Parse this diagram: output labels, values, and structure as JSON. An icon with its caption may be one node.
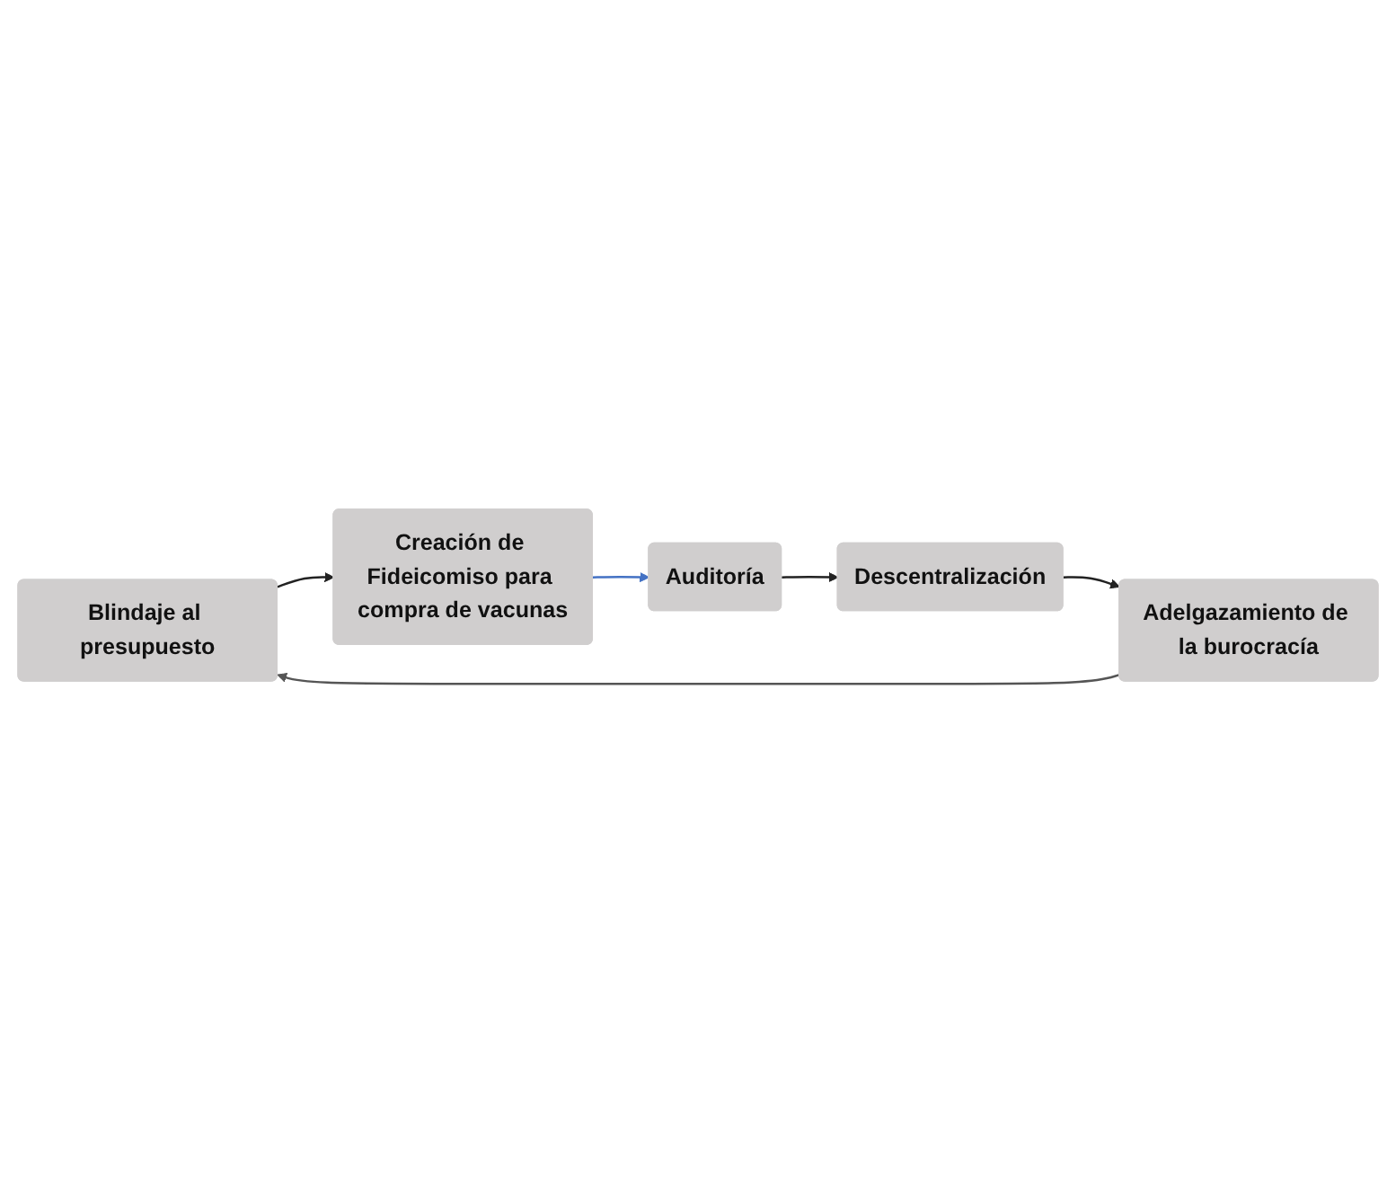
{
  "diagram": {
    "nodes": [
      {
        "text": [
          "Blindaje al presupuesto"
        ]
      },
      {
        "text": [
          "Creación de Fideicomiso para compra de vacunas"
        ]
      },
      {
        "text": [
          "Auditoría"
        ]
      },
      {
        "text": [
          "Descentralización"
        ]
      },
      {
        "text": [
          "Adelgazamiento de la burocracía"
        ]
      }
    ],
    "edges": [
      {
        "from": 0,
        "to": 1,
        "arrow": "to"
      },
      {
        "from": 1,
        "to": 2,
        "arrow": "to",
        "color": "#4472c4"
      },
      {
        "from": 2,
        "to": 3,
        "arrow": "to"
      },
      {
        "from": 3,
        "to": 4,
        "arrow": "to"
      },
      {
        "from": 4,
        "to": 0,
        "arrow": "to",
        "color": "#555555"
      }
    ]
  }
}
